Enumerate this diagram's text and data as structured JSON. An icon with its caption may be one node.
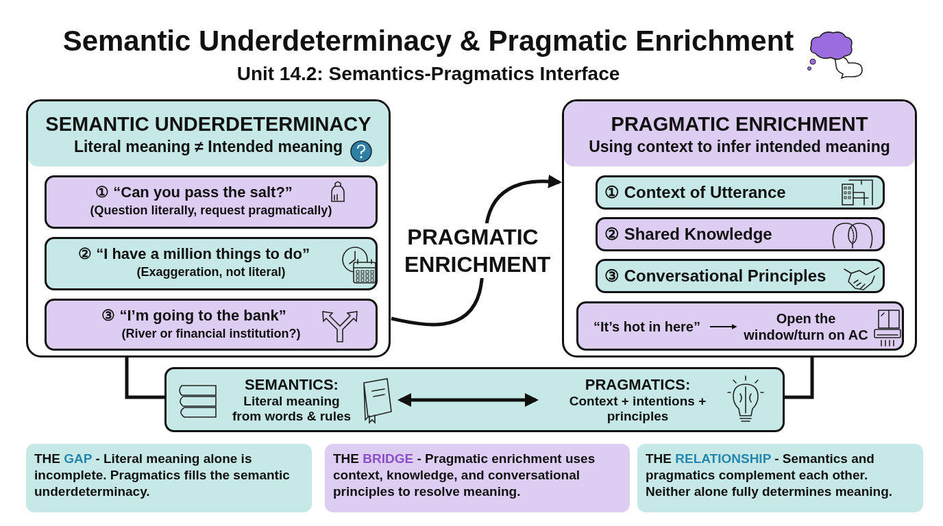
{
  "diagram": {
    "title": "Semantic Underdeterminacy & Pragmatic Enrichment",
    "nodes": [
      {
        "text": [],
        "shape": "box"
      },
      {
        "text": [
          "SEMANTIC UNDERDETERMINACY",
          "Literal meaning ≠ Intended meaning"
        ],
        "in": 0
      },
      {
        "text": [
          "① “Can you pass the salt?”",
          "(Question literally, request pragmatically)"
        ],
        "in": 0
      },
      {
        "text": [
          "② “I have a million things to do”",
          "(Exaggeration, not literal)"
        ],
        "in": 0
      },
      {
        "text": [
          "③ “I’m going to the bank”",
          "(River or financial institution?)"
        ],
        "in": 0
      },
      {
        "text": [],
        "shape": "box"
      },
      {
        "text": [
          "PRAGMATIC ENRICHMENT",
          "Using context to infer intended meaning"
        ],
        "in": 5
      },
      {
        "text": [
          "① Context of Utterance"
        ],
        "in": 5
      },
      {
        "text": [
          "② Shared Knowledge"
        ],
        "in": 5
      },
      {
        "text": [
          "③ Conversational Principles"
        ],
        "in": 5
      },
      {
        "text": [],
        "shape": "box",
        "in": 5
      },
      {
        "text": [
          "“It’s hot in here”"
        ],
        "in": 10
      },
      {
        "text": [
          "Open the window/turn on AC"
        ],
        "in": 10
      },
      {
        "text": [],
        "shape": "box"
      },
      {
        "text": [
          "SEMANTICS:",
          "Literal meaning from words & rules"
        ],
        "in": 13
      },
      {
        "text": [
          "PRAGMATICS:",
          "Context + intentions + principles"
        ],
        "in": 13
      },
      {
        "text": [
          "THE *GAP* - Literal meaning alone is incomplete. Pragmatics fills the semantic underdeterminacy."
        ]
      },
      {
        "text": [
          "THE *BRIDGE* - Pragmatic enrichment uses context, knowledge, and conversational principles to resolve meaning."
        ]
      },
      {
        "text": [
          "THE *RELATIONSHIP* - Semantics and pragmatics complement each other. Neither alone fully determines meaning."
        ]
      }
    ],
    "edges": [
      {
        "from": 0,
        "to": 5,
        "arrow": "to",
        "label": "PRAGMATIC ENRICHMENT"
      },
      {
        "from": 0,
        "to": 13,
        "arrow": "none"
      },
      {
        "from": 5,
        "to": 13,
        "arrow": "none"
      },
      {
        "from": 14,
        "to": 15,
        "arrow": "both"
      },
      {
        "from": 11,
        "to": 12,
        "arrow": "to"
      }
    ],
    "labels": [
      "Unit 14.2: Semantics-Pragmatics Interface"
    ]
  }
}
